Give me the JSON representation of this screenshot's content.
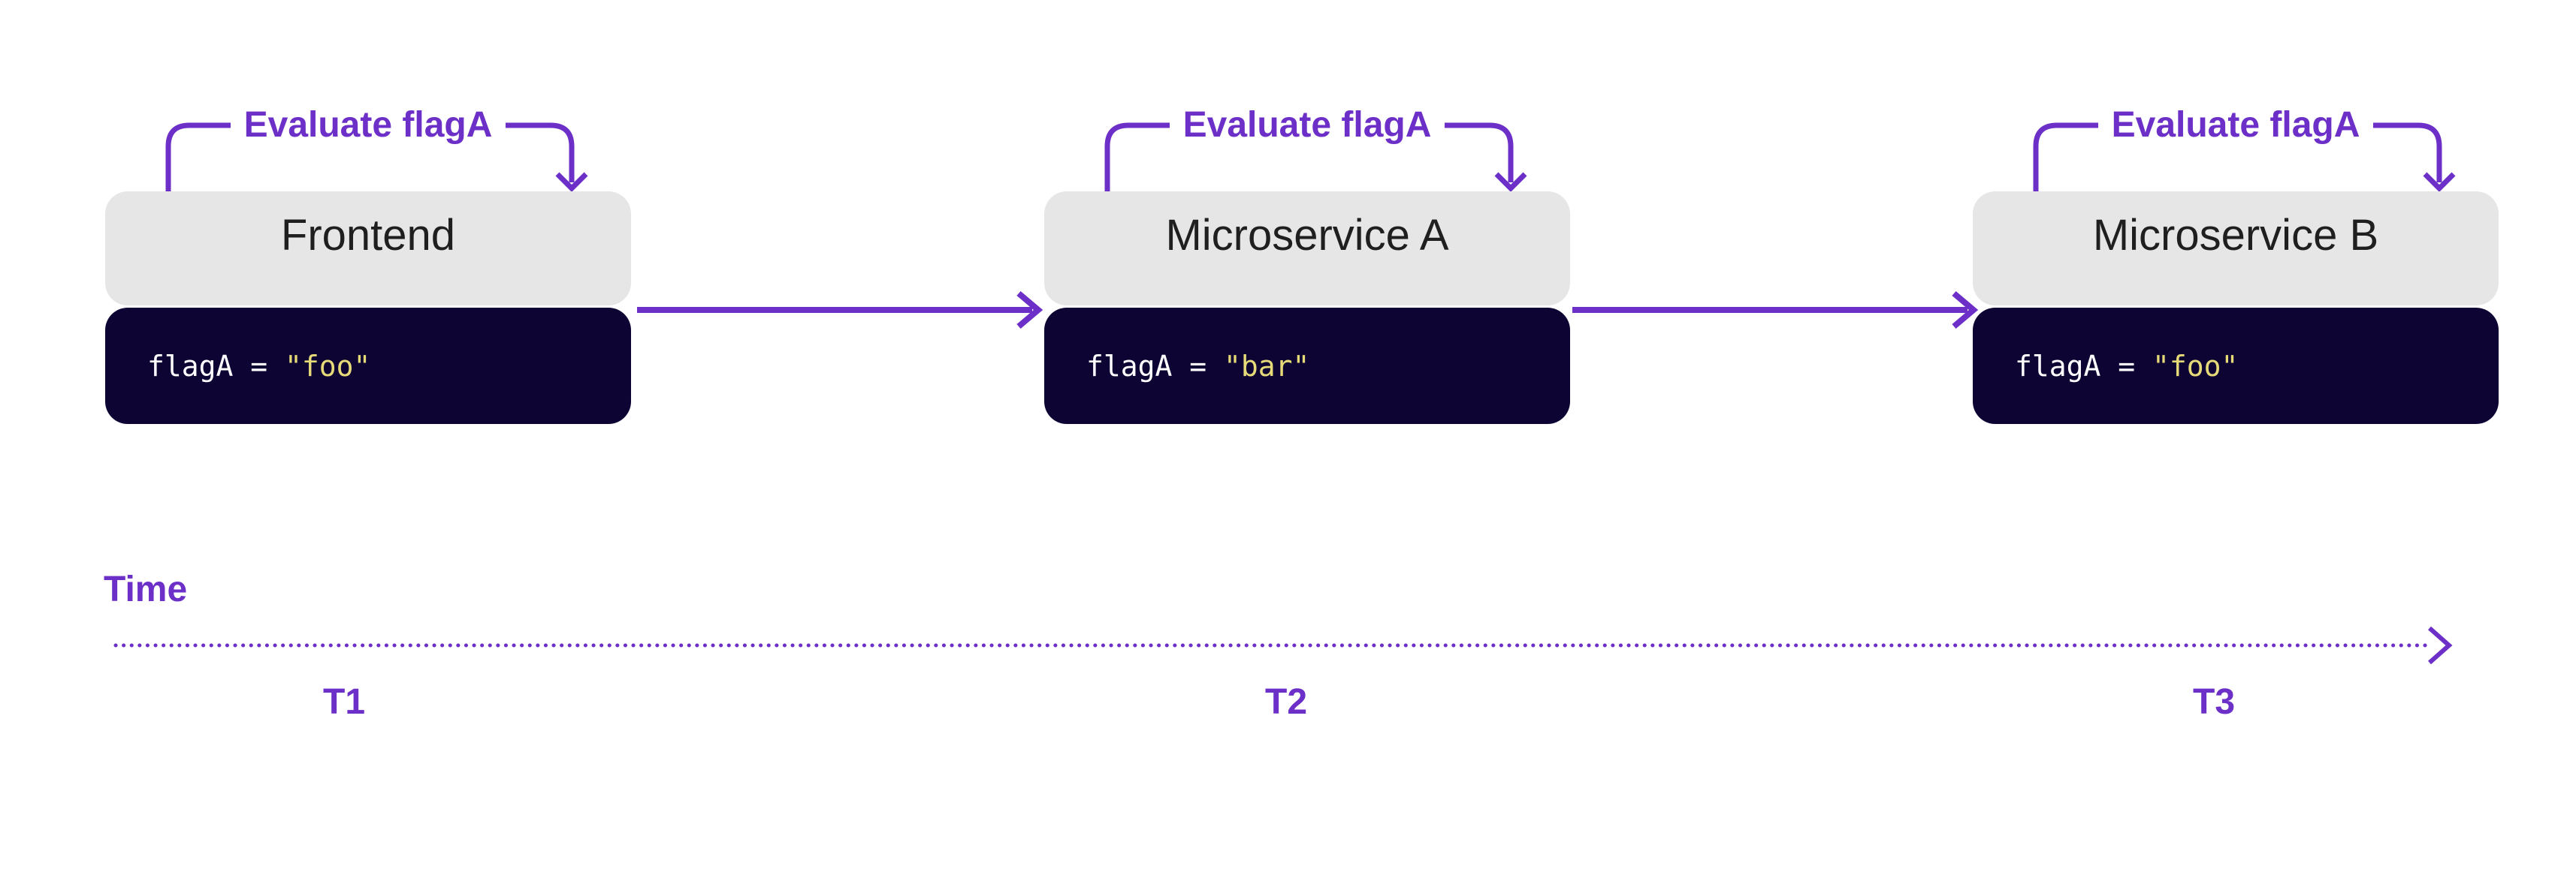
{
  "colors": {
    "accent_purple": "#6c2fc7",
    "header_background": "#e6e6e6",
    "header_text": "#1f1f1f",
    "code_background": "#0d0433",
    "code_text": "#ffffff",
    "code_string": "#e7da78",
    "page_background": "#ffffff"
  },
  "services": [
    {
      "callout": "Evaluate flagA",
      "title": "Frontend",
      "code": {
        "lhs": "flagA = ",
        "value": "\"foo\""
      }
    },
    {
      "callout": "Evaluate flagA",
      "title": "Microservice A",
      "code": {
        "lhs": "flagA = ",
        "value": "\"bar\""
      }
    },
    {
      "callout": "Evaluate flagA",
      "title": "Microservice B",
      "code": {
        "lhs": "flagA = ",
        "value": "\"foo\""
      }
    }
  ],
  "timeline": {
    "label": "Time",
    "ticks": [
      {
        "label": "T1"
      },
      {
        "label": "T2"
      },
      {
        "label": "T3"
      }
    ]
  }
}
